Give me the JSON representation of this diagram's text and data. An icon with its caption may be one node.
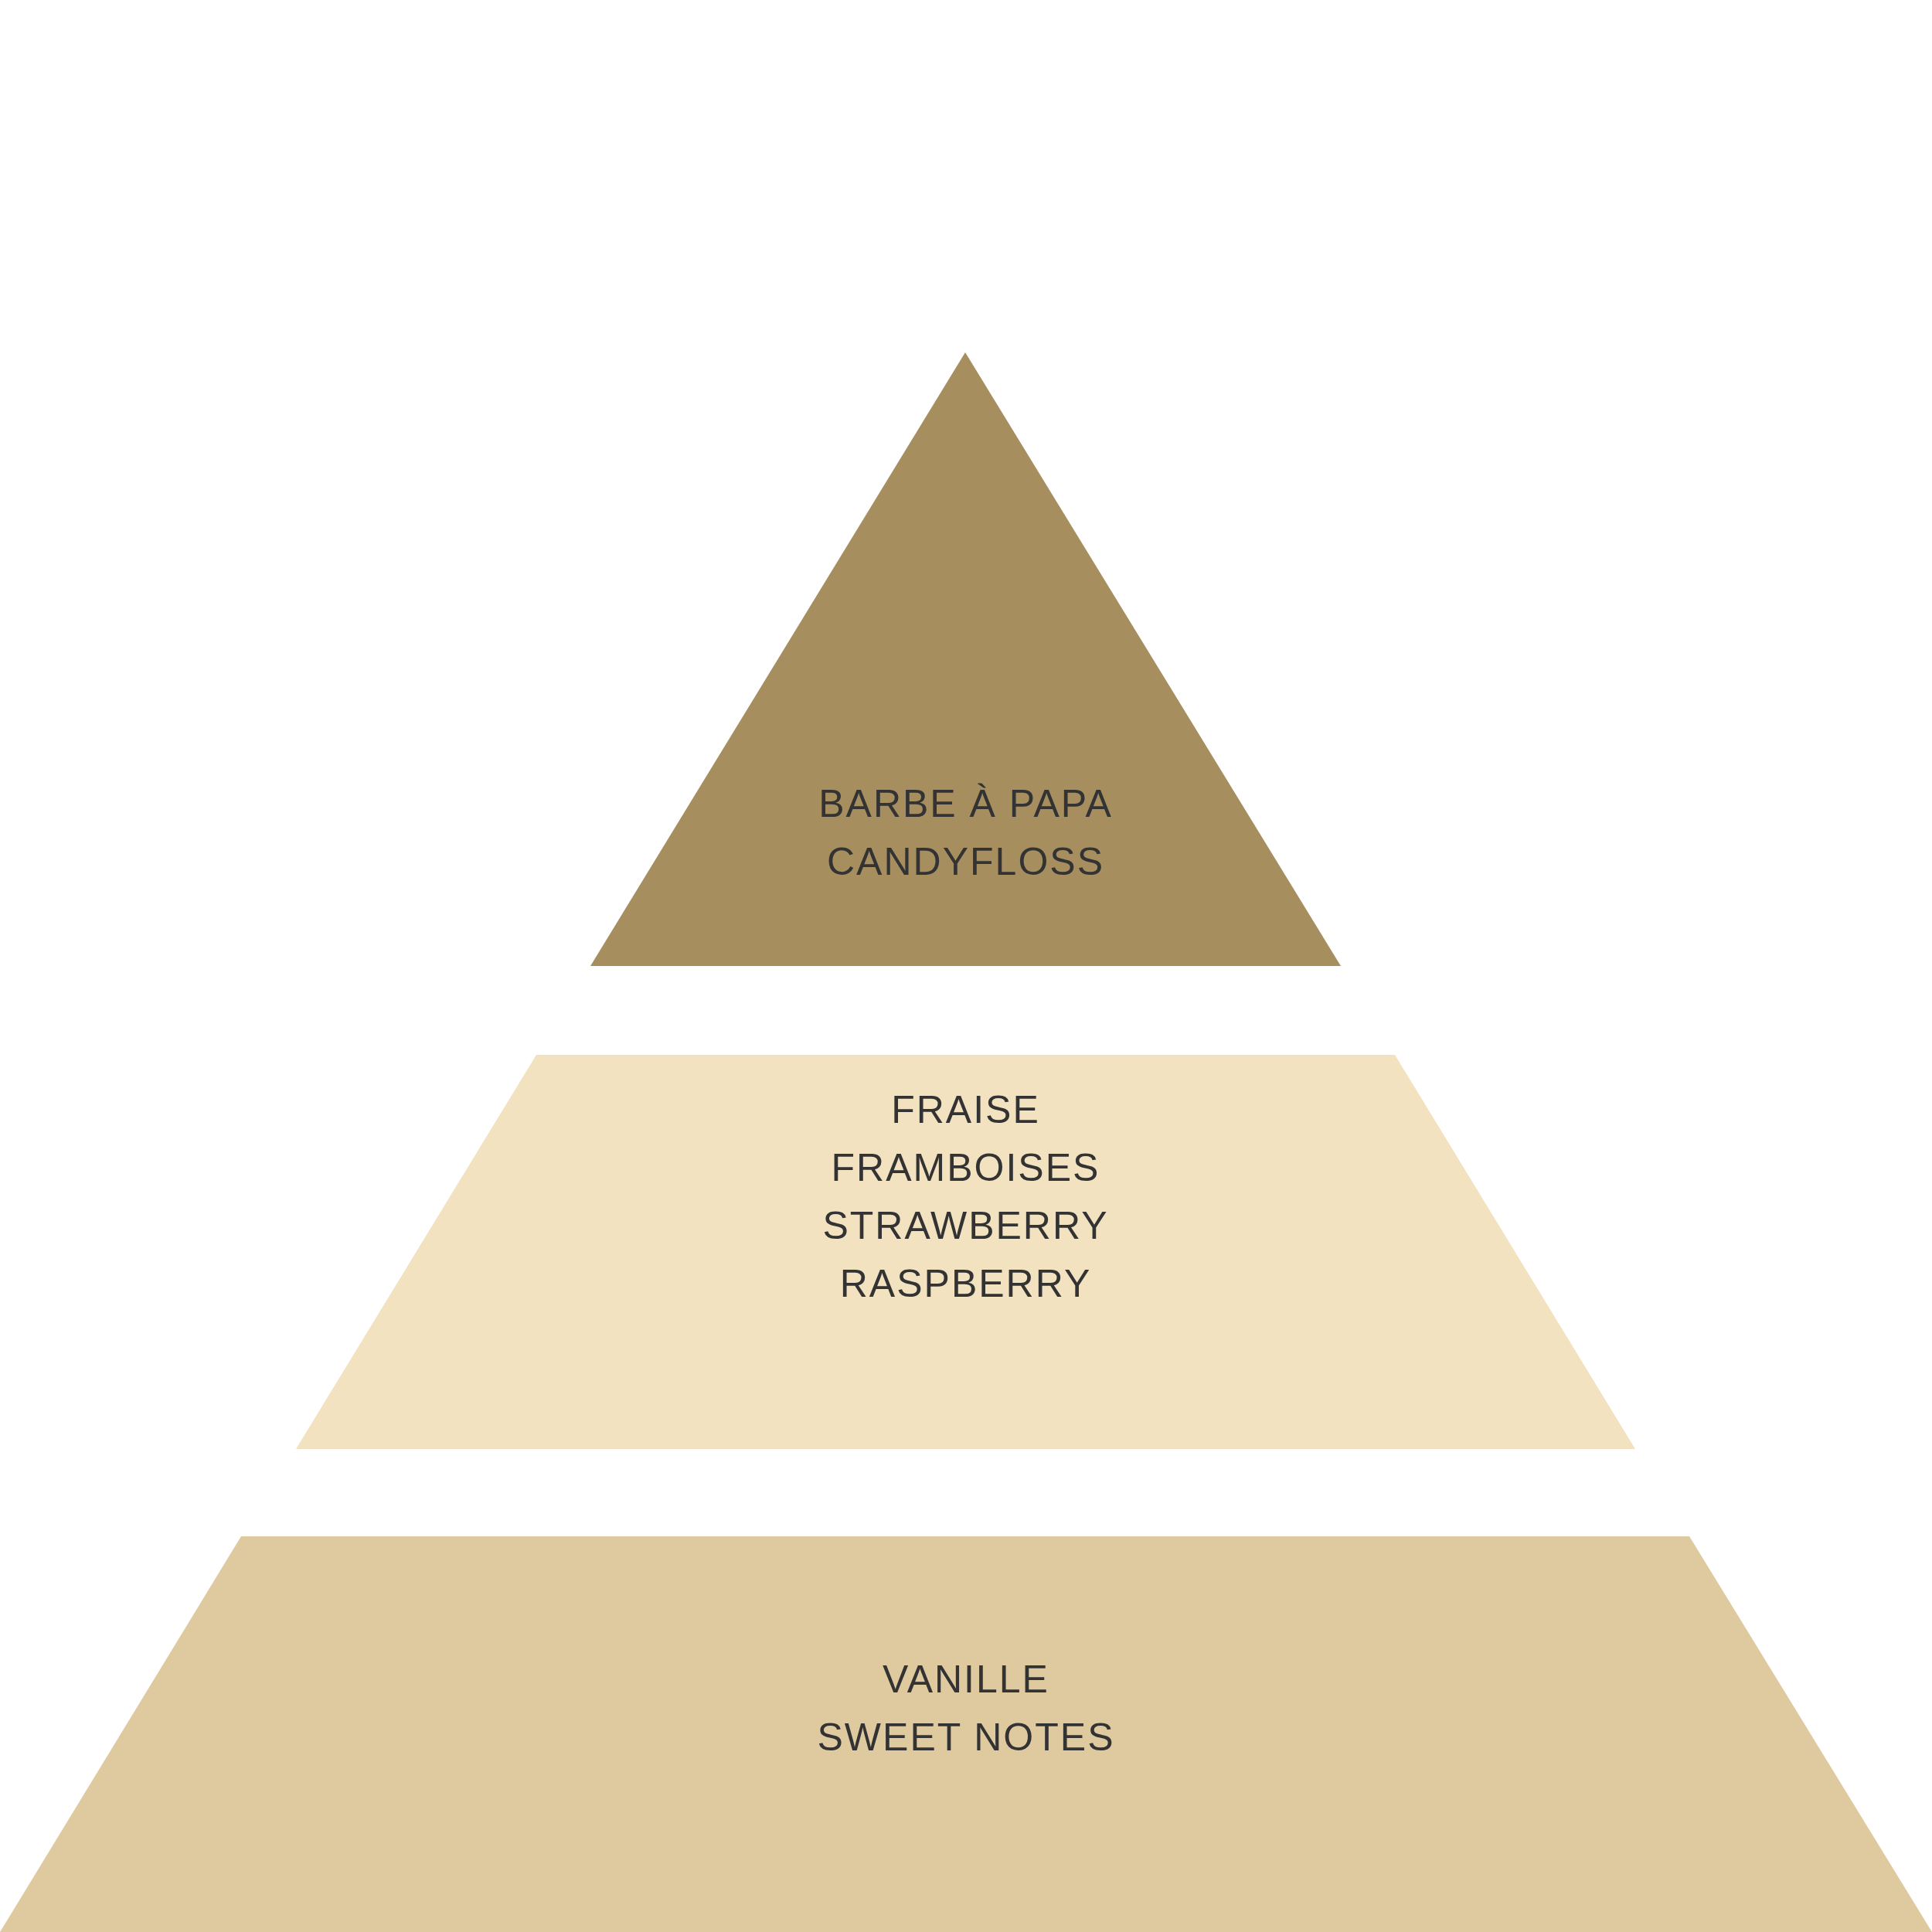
{
  "diagram": {
    "nodes": [
      {
        "text": [
          "BARBE À PAPA",
          "CANDYFLOSS"
        ]
      },
      {
        "text": [
          "FRAISE",
          "FRAMBOISES",
          "STRAWBERRY",
          "RASPBERRY"
        ]
      },
      {
        "text": [
          "VANILLE",
          "SWEET NOTES"
        ]
      }
    ],
    "edges": []
  }
}
